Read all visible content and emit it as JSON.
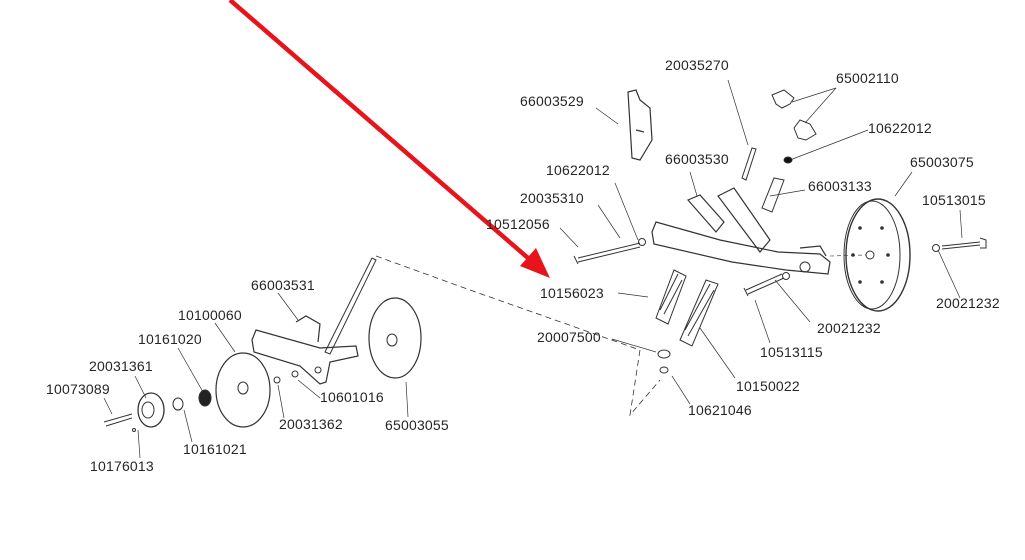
{
  "colors": {
    "arrow": "#e8141c",
    "line": "#333333"
  },
  "parts": {
    "p20035270": "20035270",
    "p65002110": "65002110",
    "p66003529": "66003529",
    "p10622012_a": "10622012",
    "p10622012_b": "10622012",
    "p66003530": "66003530",
    "p65003075": "65003075",
    "p66003133": "66003133",
    "p20035310": "20035310",
    "p10513015": "10513015",
    "p10512056": "10512056",
    "p10156023": "10156023",
    "p20021232_a": "20021232",
    "p20021232_b": "20021232",
    "p20007500": "20007500",
    "p10513115": "10513115",
    "p10150022": "10150022",
    "p10621046": "10621046",
    "p66003531": "66003531",
    "p10100060": "10100060",
    "p10161020": "10161020",
    "p20031361": "20031361",
    "p10073089": "10073089",
    "p10601016": "10601016",
    "p20031362": "20031362",
    "p65003055": "65003055",
    "p10161021": "10161021",
    "p10176013": "10176013"
  }
}
